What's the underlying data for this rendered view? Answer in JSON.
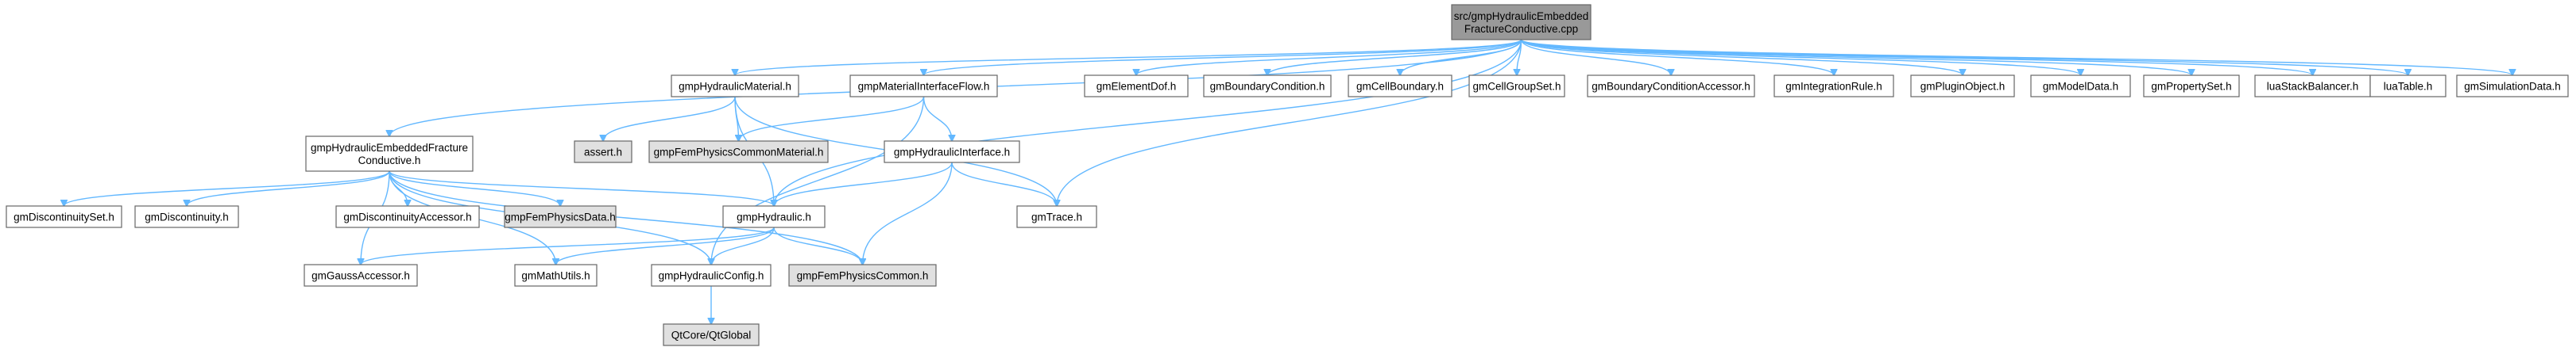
{
  "theme": {
    "edge_color": "#63b8ff",
    "node_fill": "#ffffff",
    "node_fill_gray": "#e0e0e0",
    "node_fill_root": "#999999",
    "node_border": "#666666"
  },
  "nodes": {
    "root": {
      "lines": [
        "src/gmpHydraulicEmbedded",
        "FractureConductive.cpp"
      ],
      "style": "root"
    },
    "hydmat": {
      "lines": [
        "gmpHydraulicMaterial.h"
      ],
      "style": "normal"
    },
    "matif": {
      "lines": [
        "gmpMaterialInterfaceFlow.h"
      ],
      "style": "normal"
    },
    "elemdof": {
      "lines": [
        "gmElementDof.h"
      ],
      "style": "normal"
    },
    "bcond": {
      "lines": [
        "gmBoundaryCondition.h"
      ],
      "style": "normal"
    },
    "cellb": {
      "lines": [
        "gmCellBoundary.h"
      ],
      "style": "normal"
    },
    "cellg": {
      "lines": [
        "gmCellGroupSet.h"
      ],
      "style": "normal"
    },
    "bcacc": {
      "lines": [
        "gmBoundaryConditionAccessor.h"
      ],
      "style": "normal"
    },
    "intrule": {
      "lines": [
        "gmIntegrationRule.h"
      ],
      "style": "normal"
    },
    "plugin": {
      "lines": [
        "gmPluginObject.h"
      ],
      "style": "normal"
    },
    "model": {
      "lines": [
        "gmModelData.h"
      ],
      "style": "normal"
    },
    "propset": {
      "lines": [
        "gmPropertySet.h"
      ],
      "style": "normal"
    },
    "luastack": {
      "lines": [
        "luaStackBalancer.h"
      ],
      "style": "normal"
    },
    "luatable": {
      "lines": [
        "luaTable.h"
      ],
      "style": "normal"
    },
    "simdata": {
      "lines": [
        "gmSimulationData.h"
      ],
      "style": "normal"
    },
    "embfrac": {
      "lines": [
        "gmpHydraulicEmbeddedFracture",
        "Conductive.h"
      ],
      "style": "normal"
    },
    "asserth": {
      "lines": [
        "assert.h"
      ],
      "style": "gray"
    },
    "femmat": {
      "lines": [
        "gmpFemPhysicsCommonMaterial.h"
      ],
      "style": "gray"
    },
    "hydif": {
      "lines": [
        "gmpHydraulicInterface.h"
      ],
      "style": "normal"
    },
    "discset": {
      "lines": [
        "gmDiscontinuitySet.h"
      ],
      "style": "normal"
    },
    "disc": {
      "lines": [
        "gmDiscontinuity.h"
      ],
      "style": "normal"
    },
    "discacc": {
      "lines": [
        "gmDiscontinuityAccessor.h"
      ],
      "style": "normal"
    },
    "femdata": {
      "lines": [
        "gmpFemPhysicsData.h"
      ],
      "style": "gray"
    },
    "hyd": {
      "lines": [
        "gmpHydraulic.h"
      ],
      "style": "normal"
    },
    "trace": {
      "lines": [
        "gmTrace.h"
      ],
      "style": "normal"
    },
    "gauss": {
      "lines": [
        "gmGaussAccessor.h"
      ],
      "style": "normal"
    },
    "mathu": {
      "lines": [
        "gmMathUtils.h"
      ],
      "style": "normal"
    },
    "hydcfg": {
      "lines": [
        "gmpHydraulicConfig.h"
      ],
      "style": "normal"
    },
    "femcommon": {
      "lines": [
        "gmpFemPhysicsCommon.h"
      ],
      "style": "gray"
    },
    "qtglobal": {
      "lines": [
        "QtCore/QtGlobal"
      ],
      "style": "gray"
    }
  }
}
